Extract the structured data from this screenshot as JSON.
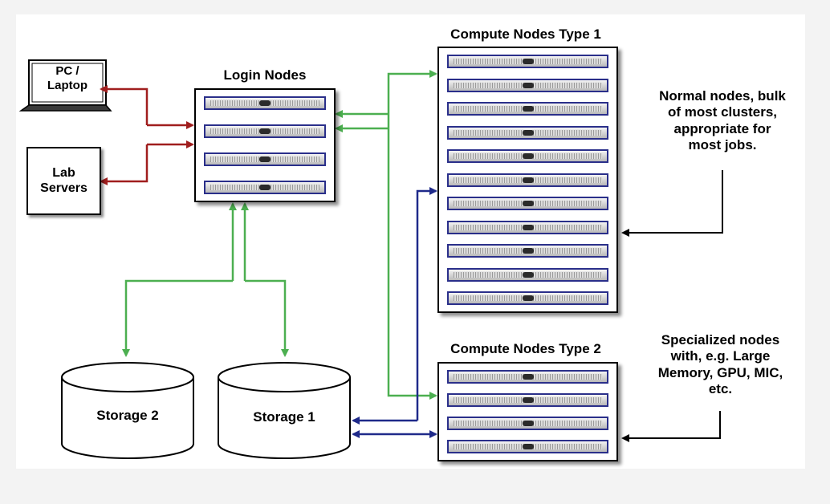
{
  "nodes": {
    "pc": "PC /\nLaptop",
    "lab_servers": "Lab\nServers",
    "login_nodes": "Login Nodes",
    "compute1": "Compute Nodes Type 1",
    "compute2": "Compute Nodes Type 2",
    "storage1": "Storage 1",
    "storage2": "Storage 2"
  },
  "notes": {
    "type1": "Normal nodes, bulk\nof most clusters,\nappropriate for\nmost jobs.",
    "type2": "Specialized nodes\nwith, e.g. Large\nMemory, GPU, MIC,\netc."
  },
  "server_counts": {
    "login": 4,
    "compute1": 11,
    "compute2": 4
  },
  "colors": {
    "external_link": "#a01e1e",
    "network_link": "#4caf50",
    "storage_link": "#1f2a8a",
    "annotation": "#000000"
  }
}
